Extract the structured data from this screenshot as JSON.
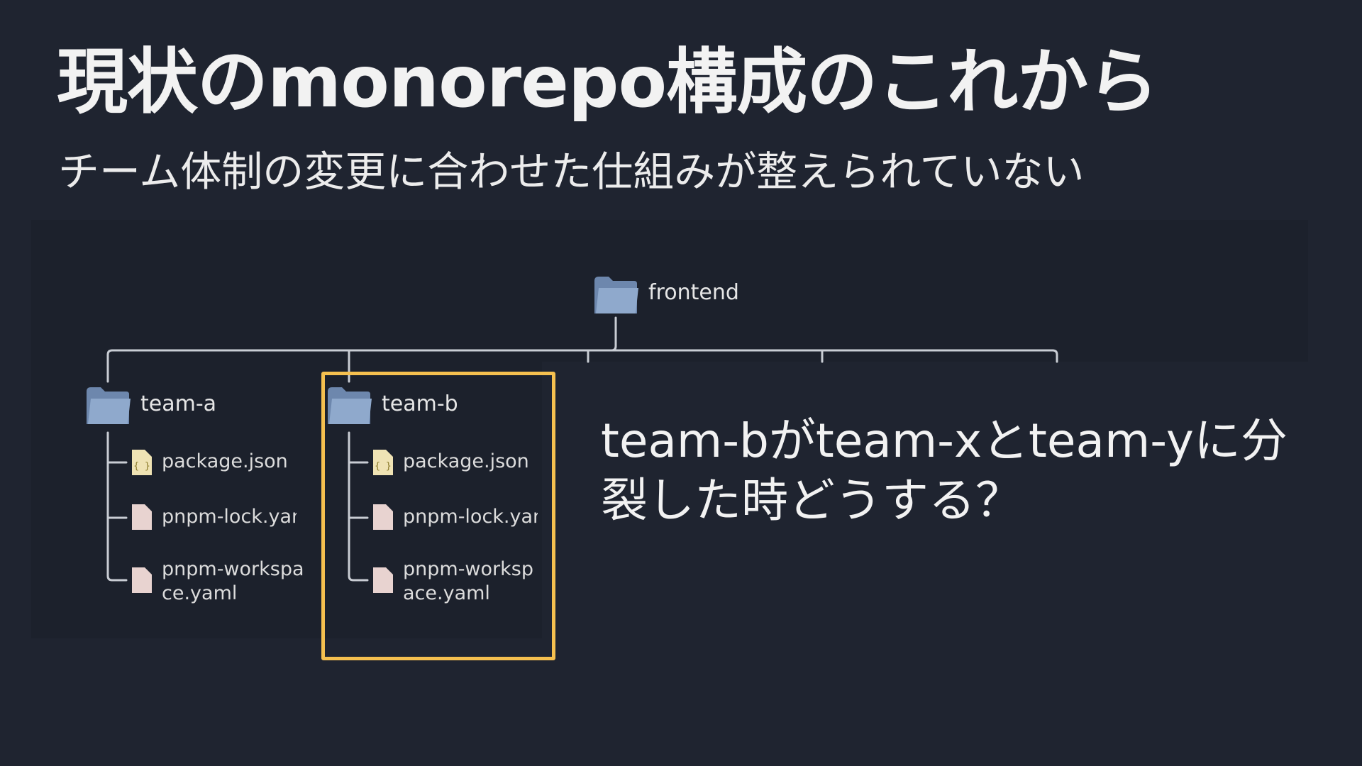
{
  "slide": {
    "title": "現状のmonorepo構成のこれから",
    "subtitle": "チーム体制の変更に合わせた仕組みが整えられていない",
    "question": "team-bがteam-xとteam-yに分裂した時どうする？"
  },
  "tree": {
    "root": {
      "name": "frontend",
      "icon": "folder-icon"
    },
    "children": [
      {
        "name": "team-a",
        "icon": "folder-icon",
        "highlighted": false,
        "files": [
          {
            "name": "package.json",
            "icon": "json-file-icon"
          },
          {
            "name": "pnpm-lock.yaml",
            "icon": "file-icon"
          },
          {
            "name": "pnpm-workspace.yaml",
            "icon": "file-icon"
          }
        ]
      },
      {
        "name": "team-b",
        "icon": "folder-icon",
        "highlighted": true,
        "files": [
          {
            "name": "package.json",
            "icon": "json-file-icon"
          },
          {
            "name": "pnpm-lock.yaml",
            "icon": "file-icon"
          },
          {
            "name": "pnpm-workspace.yaml",
            "icon": "file-icon"
          }
        ]
      }
    ]
  },
  "colors": {
    "background": "#1f2430",
    "highlight": "#f5c04f",
    "folder": "#8fa9cc",
    "json_file": "#efe3b4",
    "file": "#e8d3d0"
  }
}
